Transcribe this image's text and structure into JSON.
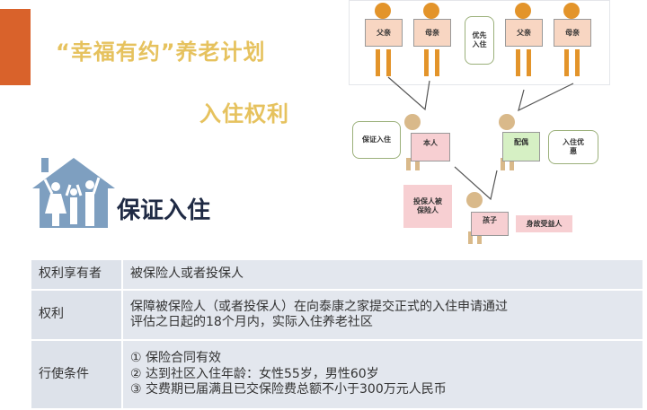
{
  "header": {
    "title": "“幸福有约”养老计划",
    "subtitle": "入住权利"
  },
  "section": {
    "title": "保证入住",
    "icon": "family-house-icon"
  },
  "diagram": {
    "top_row": [
      "父亲",
      "母亲",
      "父亲",
      "母亲"
    ],
    "priority_bubble": "优先入住",
    "self": "本人",
    "spouse": "配偶",
    "self_bubble": "保证入住",
    "spouse_bubble": "入住优惠",
    "policy_role": "投保人被保险人",
    "child": "孩子",
    "beneficiary": "身故受益人"
  },
  "table": {
    "rows": [
      {
        "label": "权利享有者",
        "value": [
          "被保险人或者投保人"
        ]
      },
      {
        "label": "权利",
        "value": [
          "保障被保险人（或者投保人）在向泰康之家提交正式的入住申请通过",
          "评估之日起的18个月内，实际入住养老社区"
        ]
      },
      {
        "label": "行使条件",
        "value": [
          "① 保险合同有效",
          "② 达到社区入住年龄：女性55岁，男性60岁",
          "③ 交费期已届满且已交保险费总额不小于300万元人民币"
        ]
      }
    ]
  },
  "colors": {
    "accent": "#d9622b",
    "title": "#e6c25e",
    "icon": "#7e9fc0",
    "section": "#1f2a44"
  }
}
